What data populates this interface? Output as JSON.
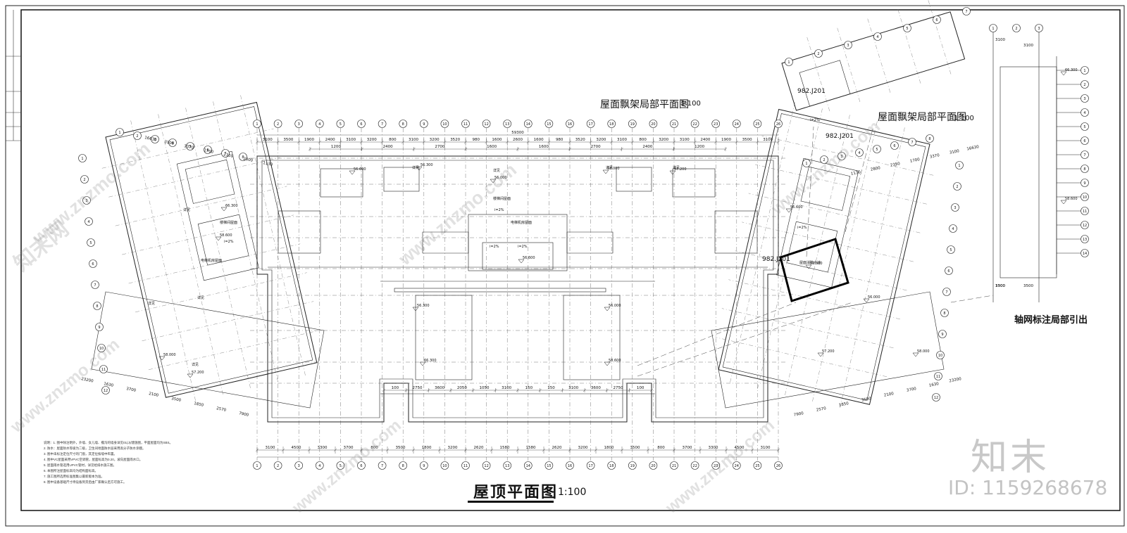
{
  "titles": {
    "main": "屋顶平面图",
    "main_scale": "1:100",
    "detail_1": "屋面飘架局部平面图",
    "detail_1_scale": "1:100",
    "detail_2": "屋面飘架局部平面图",
    "detail_2_scale": "1:100",
    "detail_3": "轴网标注局部引出"
  },
  "watermark": {
    "logo": "知末",
    "id": "ID: 1159268678",
    "site": "www.znzmo.com",
    "brand": "知末网"
  },
  "dimensions": {
    "top_overall": "59300",
    "top_row": [
      "3100",
      "3500",
      "1900",
      "2400",
      "3100",
      "3200",
      "800",
      "3100",
      "3200",
      "3520",
      "980",
      "1600",
      "2600",
      "1600",
      "980",
      "3520",
      "3200",
      "3100",
      "800",
      "3200",
      "3100",
      "2400",
      "1900",
      "3500",
      "3100"
    ],
    "top_inner": [
      "1200",
      "2400",
      "2700",
      "1600",
      "1600",
      "2700",
      "2400",
      "1200"
    ],
    "bottom_row": [
      "3100",
      "4500",
      "3300",
      "3700",
      "800",
      "3500",
      "1800",
      "3200",
      "2620",
      "1580",
      "1580",
      "2620",
      "3200",
      "1800",
      "3500",
      "800",
      "3700",
      "3300",
      "4500",
      "3100"
    ],
    "court_bottom": [
      "100",
      "2750",
      "3600",
      "2050",
      "1050",
      "3100",
      "150",
      "150",
      "3100",
      "3600",
      "2750",
      "100"
    ],
    "left_wing_top": [
      "16630",
      "3100",
      "3370",
      "1700",
      "2350",
      "2800",
      "1130"
    ],
    "left_wing_bottom": [
      "23200",
      "1630",
      "3700",
      "2100",
      "3500",
      "1850",
      "2570",
      "7900"
    ],
    "detail_col": [
      "3100",
      "3100",
      "1700",
      "3500",
      "3500"
    ]
  },
  "elevations": [
    "56.600",
    "56.300",
    "56.000",
    "58.000",
    "57.200",
    "66.300",
    "58.600"
  ],
  "room_labels": {
    "stair": "楼梯间屋面",
    "machine": "电梯机房屋面",
    "tank": "屋面消防水池",
    "slope": "i=2%",
    "note": "详见",
    "ref": "982.J201"
  },
  "notes": [
    "说明：1. 图中除注明外，外墙、女儿墙、檐沟的墙身详见01(J)/建施图，平面屋面均为SBS。",
    "2. 防水：屋面防水等级为二级，卫生间地面防水层采用高分子防水涂膜。",
    "3. 图中未标注定位尺寸的门窗，其定位按墙中布置。",
    "4. 图中VC屋面采用VPVC空调管，屋面标高为0.20，坡向屋面雨水口。",
    "5. 屋面雨水管选用UPVC管材，详见给排水施工图。",
    "6. 本图所注屋面标高均为结构面标高。",
    "7. 施工图所选用标准图集以最新版本为准。",
    "8. 图中设备基础尺寸待设备到货后由厂家确认后方可施工。"
  ],
  "axis_numbers": [
    "1",
    "2",
    "3",
    "4",
    "5",
    "6",
    "7",
    "8",
    "9",
    "10",
    "11",
    "12",
    "13",
    "14",
    "15",
    "16",
    "17",
    "18",
    "19",
    "20",
    "21",
    "22",
    "23",
    "24",
    "25",
    "26"
  ]
}
